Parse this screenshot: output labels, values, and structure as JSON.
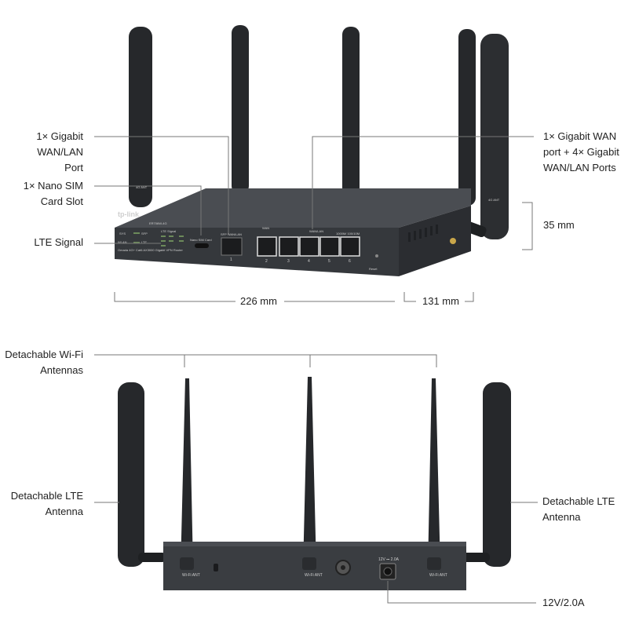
{
  "front_view": {
    "callouts": {
      "wan_lan_port": "1× Gigabit\nWAN/LAN Port",
      "sim_slot": "1× Nano SIM\nCard Slot",
      "lte_signal": "LTE Signal",
      "wan_ports": "1× Gigabit WAN\nport + 4× Gigabit\nWAN/LAN Ports"
    },
    "dimensions": {
      "height": "35 mm",
      "width": "226 mm",
      "depth": "131 mm"
    },
    "device_labels": {
      "brand": "tp-link",
      "model": "ER706W-4G",
      "subtitle": "Omada 4G+ Cat6 AX3000 Gigabit VPN Router",
      "sys": "SYS",
      "sfp": "SFP",
      "wlan": "WLAN",
      "lte": "LTE",
      "lte_signal": "LTE Signal",
      "nano_sim": "Nano SIM Card",
      "sfp_port": "SFP WAN/LAN",
      "wan": "WAN",
      "wan_lan": "WAN/LAN",
      "speed": "1000M/ 100/10M",
      "reset": "Reset",
      "ant_4g": "4G ANT",
      "port_numbers": [
        "1",
        "2",
        "3",
        "4",
        "5",
        "6"
      ]
    }
  },
  "rear_view": {
    "callouts": {
      "wifi_antennas": "Detachable Wi-Fi\nAntennas",
      "lte_antenna_left": "Detachable LTE\nAntenna",
      "lte_antenna_right": "Detachable LTE\nAntenna",
      "power": "12V/2.0A"
    },
    "device_labels": {
      "wifi_ant": "Wi-Fi ANT",
      "power_rating": "12V ⎓ 2.0A"
    }
  },
  "colors": {
    "device_body": "#3a3d41",
    "antenna": "#26282b",
    "port_light": "#d8d8d8",
    "leader_line": "#777777"
  }
}
